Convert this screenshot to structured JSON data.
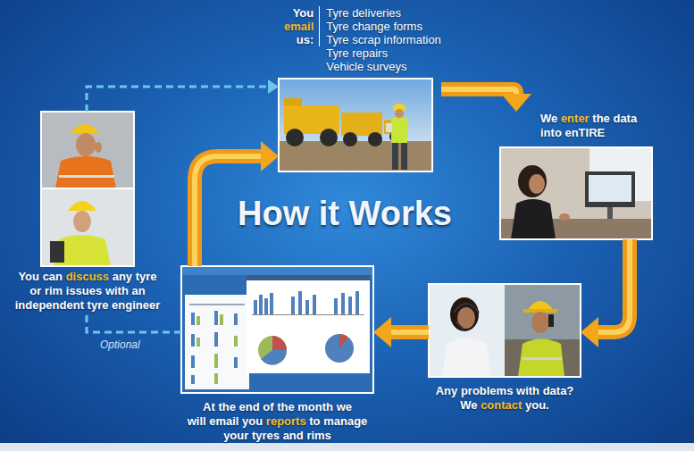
{
  "diagram": {
    "title": "How it Works",
    "nodes": [
      {
        "text": [
          "You email us:",
          "Tyre deliveries",
          "Tyre change forms",
          "Tyre scrap information",
          "Tyre repairs",
          "Vehicle surveys"
        ]
      },
      {
        "text": [
          "We enter the data into enTIRE"
        ]
      },
      {
        "text": [
          "Any problems with data? We contact you."
        ]
      },
      {
        "text": [
          "At the end of the month we will email you reports to manage your tyres and rims"
        ]
      },
      {
        "text": [
          "You can discuss any tyre or rim issues with an independent tyre engineer"
        ]
      }
    ],
    "edges": [
      {
        "from": 0,
        "to": 1,
        "arrow": "to"
      },
      {
        "from": 1,
        "to": 2,
        "arrow": "to"
      },
      {
        "from": 2,
        "to": 3,
        "arrow": "to"
      },
      {
        "from": 3,
        "to": 0,
        "arrow": "to"
      },
      {
        "from": 3,
        "to": 4,
        "arrow": "none",
        "label": "Optional"
      },
      {
        "from": 4,
        "to": 0,
        "arrow": "to"
      }
    ]
  }
}
